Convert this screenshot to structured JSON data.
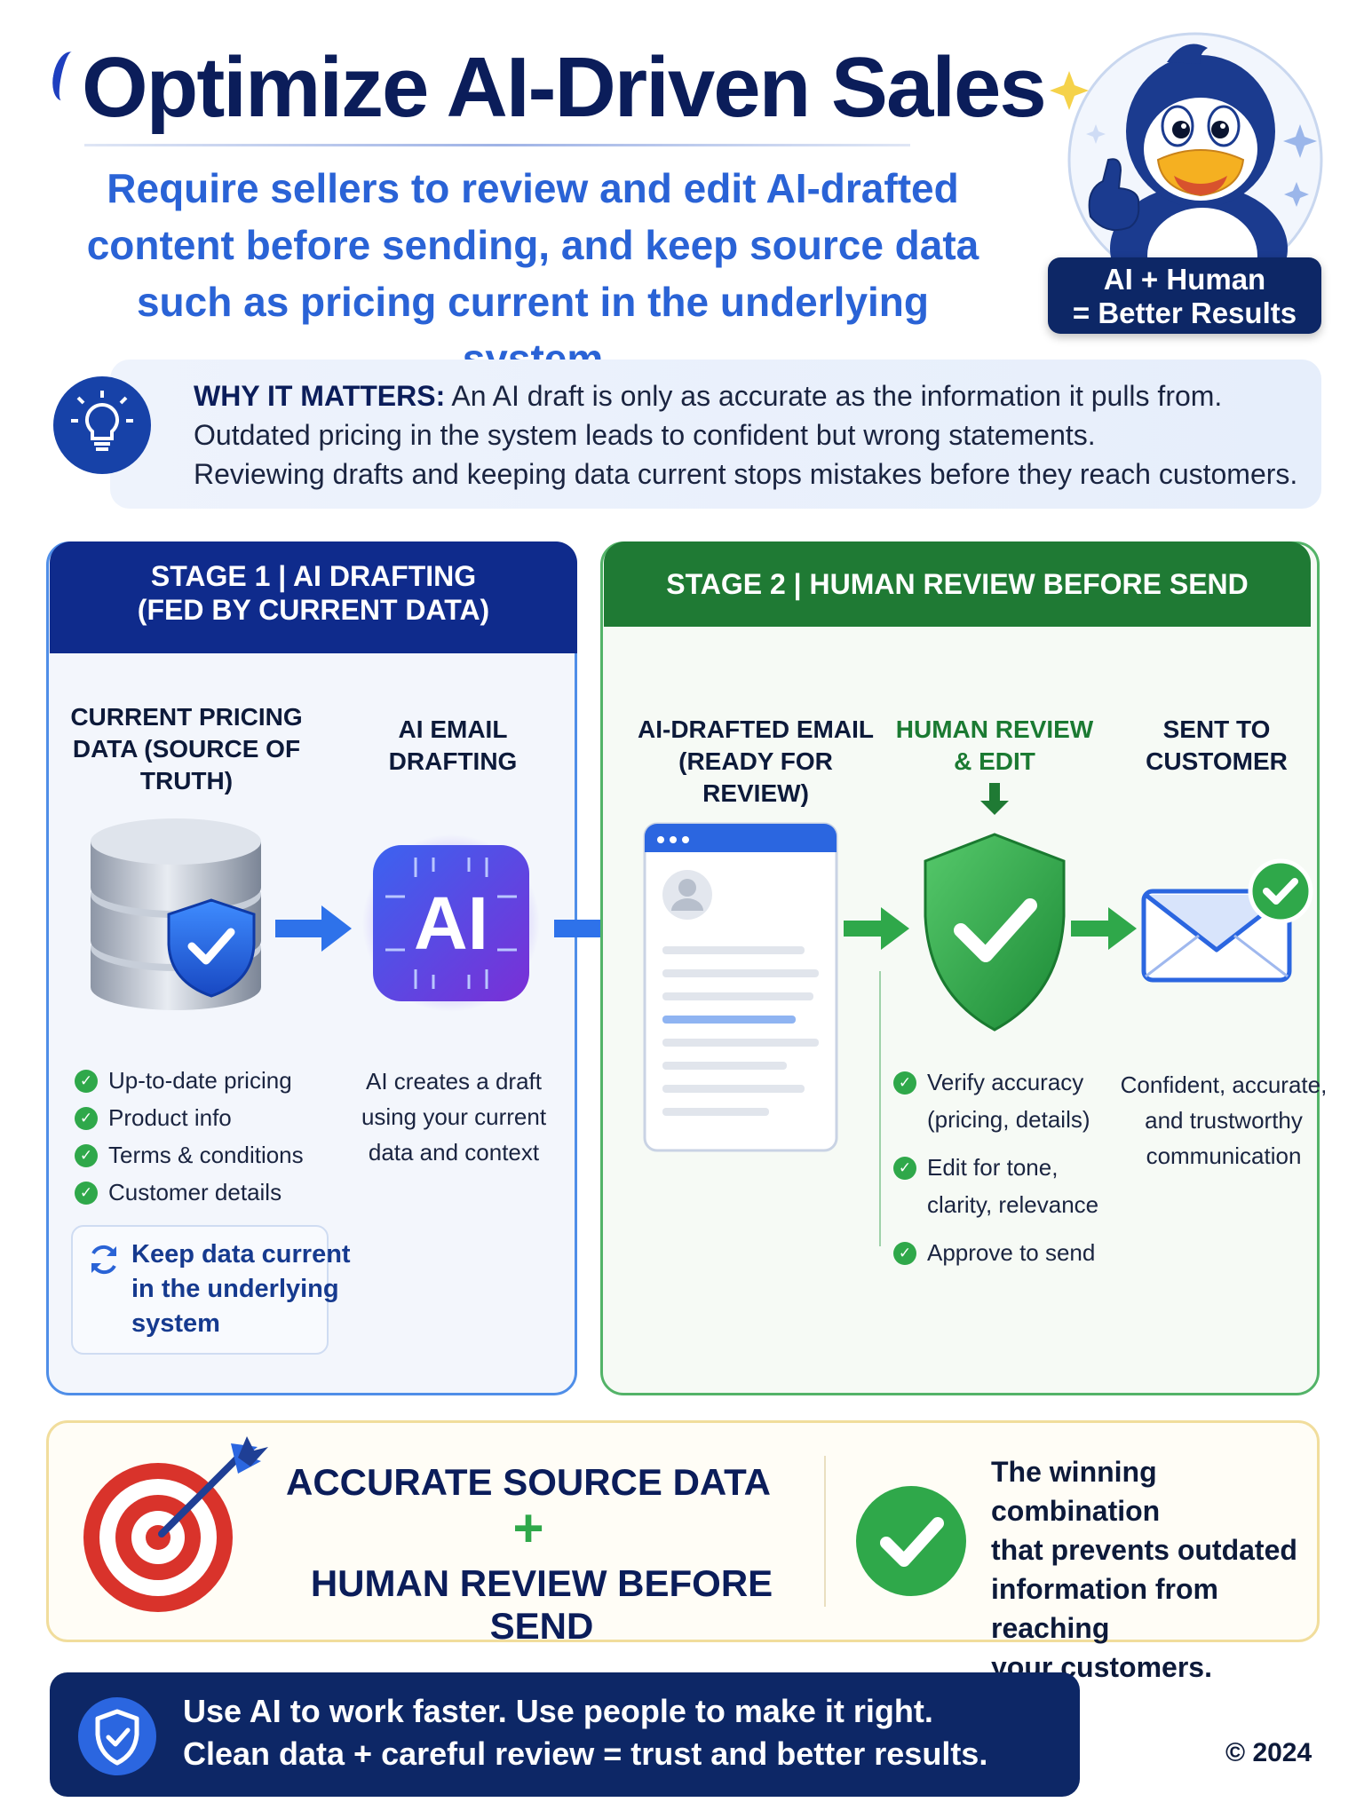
{
  "header": {
    "title": "Optimize AI-Driven Sales",
    "subtitle": "Require sellers to review and edit AI-drafted content before sending, and keep source data such as pricing current in the underlying system"
  },
  "mascot": {
    "badge_line1": "AI + Human",
    "badge_line2": "= Better Results",
    "icon": "penguin-thumbs-up-mascot"
  },
  "why_it_matters": {
    "label": "WHY IT MATTERS:",
    "line1": " An AI draft is only as accurate as the information it pulls from.",
    "line2": "Outdated pricing in the system leads to confident but wrong statements.",
    "line3": "Reviewing drafts and keeping data current stops mistakes before they reach customers.",
    "icon": "lightbulb-icon"
  },
  "stage1": {
    "title_line1": "STAGE 1  |  AI DRAFTING",
    "title_line2": "(FED BY CURRENT DATA)",
    "col1": {
      "title_line1": "CURRENT PRICING",
      "title_line2": "DATA (SOURCE OF",
      "title_line3": "TRUTH)",
      "items": [
        "Up-to-date pricing",
        "Product info",
        "Terms & conditions",
        "Customer details"
      ]
    },
    "col2": {
      "title_line1": "AI EMAIL",
      "title_line2": "DRAFTING",
      "ai_chip_label": "AI",
      "desc_line1": "AI creates a draft",
      "desc_line2": "using your current",
      "desc_line3": "data and context"
    },
    "keep": {
      "line1": "Keep data current",
      "line2": "in the underlying",
      "line3": "system"
    }
  },
  "stage2": {
    "title": "STAGE 2  |  HUMAN REVIEW BEFORE SEND",
    "col1": {
      "title_line1": "AI-DRAFTED EMAIL",
      "title_line2": "(READY FOR REVIEW)"
    },
    "col2": {
      "title_line1": "HUMAN REVIEW",
      "title_line2": "& EDIT",
      "items": [
        {
          "line1": "Verify accuracy",
          "line2": "(pricing, details)"
        },
        {
          "line1": "Edit for tone,",
          "line2": "clarity, relevance"
        },
        {
          "line1": "Approve to send",
          "line2": ""
        }
      ]
    },
    "col3": {
      "title_line1": "SENT TO",
      "title_line2": "CUSTOMER",
      "desc_line1": "Confident, accurate,",
      "desc_line2": "and trustworthy",
      "desc_line3": "communication"
    }
  },
  "combo": {
    "line1": "ACCURATE SOURCE DATA",
    "plus": "+",
    "line2": "HUMAN REVIEW BEFORE SEND",
    "desc_line1": "The winning combination",
    "desc_line2": "that prevents outdated",
    "desc_line3": "information from reaching",
    "desc_line4": "your customers."
  },
  "footer": {
    "line1": "Use AI to work faster. Use people to make it right.",
    "line2": "Clean data + careful review = trust and better results.",
    "copyright": "© 2024"
  },
  "colors": {
    "navy": "#0d2766",
    "brand_blue": "#2a63d6",
    "stage1": "#0f2b8c",
    "stage2": "#1f7a34",
    "check_green": "#2fa84a",
    "ai_purple": "#5b3fd6"
  }
}
